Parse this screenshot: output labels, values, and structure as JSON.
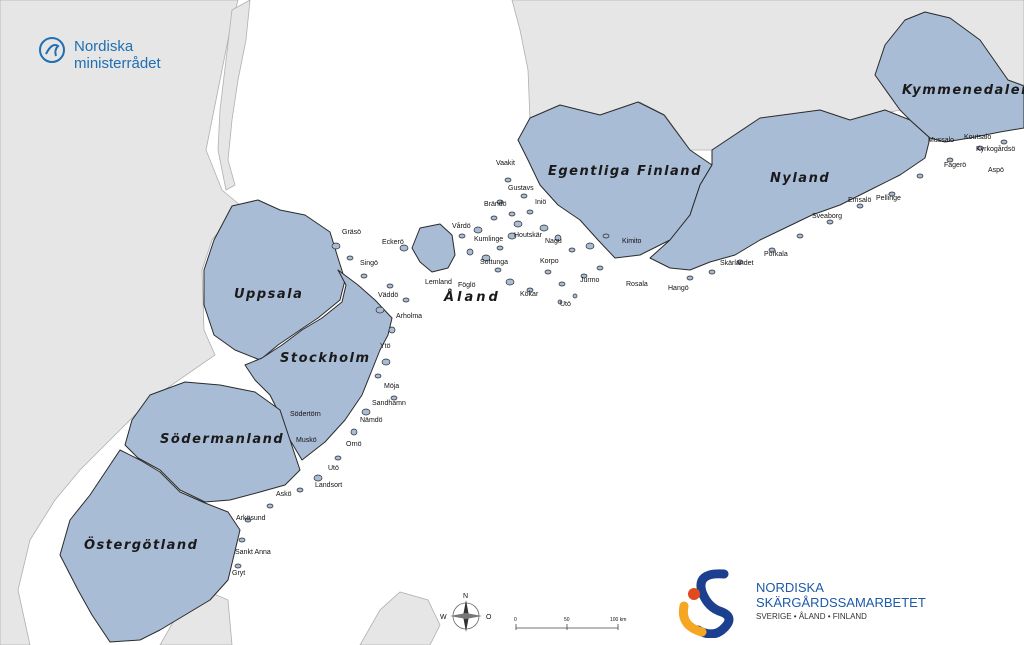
{
  "map": {
    "regions": [
      {
        "id": "uppsala",
        "name": "Uppsala"
      },
      {
        "id": "stockholm",
        "name": "Stockholm"
      },
      {
        "id": "sodermanland",
        "name": "Södermanland"
      },
      {
        "id": "ostergotland",
        "name": "Östergötland"
      },
      {
        "id": "aland",
        "name": "Åland"
      },
      {
        "id": "egentliga-finland",
        "name": "Egentliga Finland"
      },
      {
        "id": "nyland",
        "name": "Nyland"
      },
      {
        "id": "kymmenedalen",
        "name": "Kymmenedalen"
      }
    ],
    "places": [
      "Gräsö",
      "Singö",
      "Väddö",
      "Arholma",
      "Ytö",
      "Möja",
      "Sandhamn",
      "Nämdö",
      "Ornö",
      "Södertörn",
      "Muskö",
      "Utö",
      "Landsort",
      "Askö",
      "Arkösund",
      "Sankt Anna",
      "Gryt",
      "Eckerö",
      "Vårdö",
      "Kumlinge",
      "Lemland",
      "Föglö",
      "Sottunga",
      "Kökar",
      "Kökar",
      "Brändö",
      "Gustavs",
      "Vaakit",
      "Houtskär",
      "Nagu",
      "Korpo",
      "Kimito",
      "Iniö",
      "Jurmo",
      "Utö",
      "Rosala",
      "Hangö",
      "Skärlandet",
      "Porkala",
      "Sveaborg",
      "Emsalö",
      "Pellinge",
      "Mussalo",
      "Koutsalo",
      "Kyrkogårdsö",
      "Fagerö",
      "Aspö"
    ],
    "scale_labels": [
      "0",
      "50",
      "100 km"
    ],
    "compass_letters": [
      "N",
      "W",
      "O"
    ]
  },
  "logos": {
    "nordic_council": {
      "line1": "Nordiska",
      "line2": "ministerrådet"
    },
    "archipelago": {
      "line1": "NORDISKA",
      "line2": "SKÄRGÅRDSSAMARBETET",
      "line3": "SVERIGE • ÅLAND • FINLAND"
    }
  },
  "colors": {
    "region_fill": "#a9bcd6",
    "land_grey": "#e6e6e6",
    "logo_blue": "#1f6fb2",
    "swoosh_orange": "#f5a623",
    "swoosh_navy": "#1d3f8f"
  }
}
